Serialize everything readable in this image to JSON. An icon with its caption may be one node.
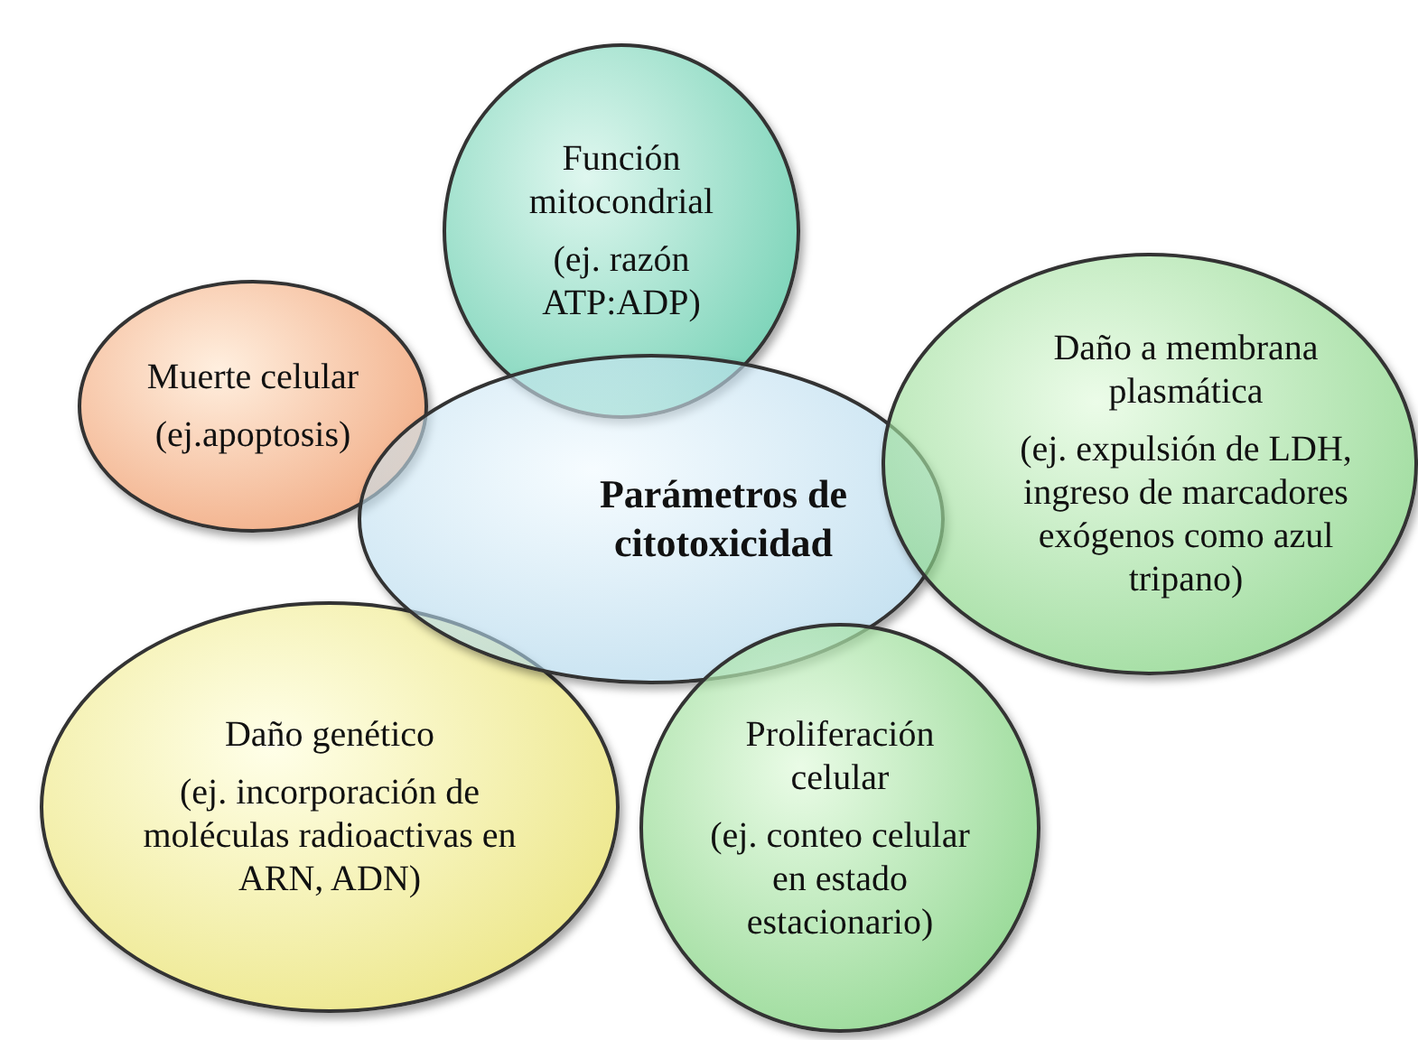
{
  "diagram": {
    "nodes": [
      {
        "text": [
          "Función mitocondrial",
          "(ej. razón ATP:ADP)"
        ]
      },
      {
        "text": [
          "Muerte celular",
          "(ej.apoptosis)"
        ]
      },
      {
        "text": [
          "Parámetros de citotoxicidad"
        ]
      },
      {
        "text": [
          "Daño a membrana plasmática",
          "(ej. expulsión de LDH, ingreso de marcadores exógenos como azul tripano)"
        ]
      },
      {
        "text": [
          "Daño genético",
          "(ej. incorporación de moléculas radioactivas en ARN, ADN)"
        ]
      },
      {
        "text": [
          "Proliferación celular",
          "(ej. conteo celular en estado estacionario)"
        ]
      }
    ]
  }
}
